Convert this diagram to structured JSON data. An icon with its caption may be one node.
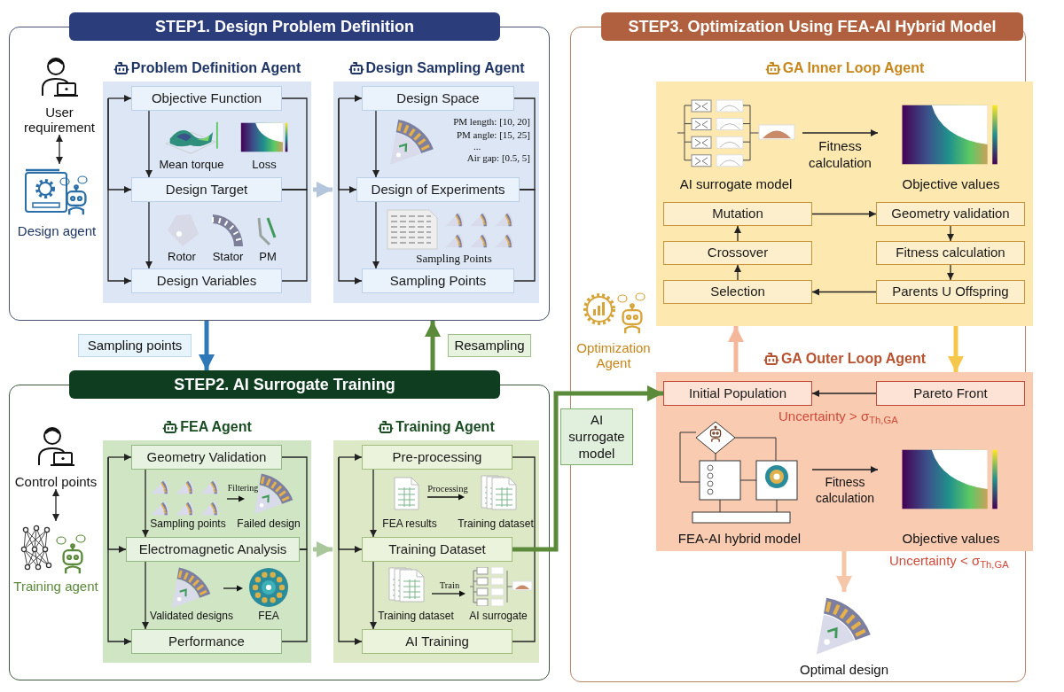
{
  "diagram": {
    "nodes": [
      {
        "text": [
          "STEP1. Design Problem Definition"
        ]
      },
      {
        "text": [
          "User requirement"
        ],
        "in": 0
      },
      {
        "text": [
          "Design agent"
        ],
        "in": 0
      },
      {
        "text": [
          "Problem Definition Agent"
        ],
        "in": 0
      },
      {
        "text": [
          "Objective Function"
        ],
        "in": 3
      },
      {
        "text": [
          "Design Target"
        ],
        "in": 3
      },
      {
        "text": [
          "Design Variables"
        ],
        "in": 3
      },
      {
        "text": [
          "Design Sampling Agent"
        ],
        "in": 0
      },
      {
        "text": [
          "Design Space"
        ],
        "in": 7
      },
      {
        "text": [
          "Design of Experiments"
        ],
        "in": 7
      },
      {
        "text": [
          "Sampling Points"
        ],
        "in": 7
      },
      {
        "text": [
          "STEP2. AI Surrogate Training"
        ]
      },
      {
        "text": [
          "Control points"
        ],
        "in": 11
      },
      {
        "text": [
          "Training agent"
        ],
        "in": 11
      },
      {
        "text": [
          "FEA Agent"
        ],
        "in": 11
      },
      {
        "text": [
          "Geometry Validation"
        ],
        "in": 14
      },
      {
        "text": [
          "Electromagnetic Analysis"
        ],
        "in": 14
      },
      {
        "text": [
          "Performance"
        ],
        "in": 14
      },
      {
        "text": [
          "Training Agent"
        ],
        "in": 11
      },
      {
        "text": [
          "Pre-processing"
        ],
        "in": 18
      },
      {
        "text": [
          "Training Dataset"
        ],
        "in": 18
      },
      {
        "text": [
          "AI Training"
        ],
        "in": 18
      },
      {
        "text": [
          "STEP3. Optimization Using FEA-AI Hybrid Model"
        ]
      },
      {
        "text": [
          "GA Inner Loop Agent"
        ],
        "in": 22
      },
      {
        "text": [
          "AI surrogate model"
        ],
        "in": 23
      },
      {
        "text": [
          "Objective values"
        ],
        "in": 23
      },
      {
        "text": [
          "Mutation"
        ],
        "in": 23
      },
      {
        "text": [
          "Geometry validation"
        ],
        "in": 23
      },
      {
        "text": [
          "Crossover"
        ],
        "in": 23
      },
      {
        "text": [
          "Fitness calculation"
        ],
        "in": 23
      },
      {
        "text": [
          "Selection"
        ],
        "in": 23
      },
      {
        "text": [
          "Parents U Offspring"
        ],
        "in": 23
      },
      {
        "text": [
          "Optimization Agent"
        ],
        "in": 22
      },
      {
        "text": [
          "GA Outer Loop Agent"
        ],
        "in": 22
      },
      {
        "text": [
          "Initial Population"
        ],
        "in": 33
      },
      {
        "text": [
          "Pareto Front"
        ],
        "in": 33
      },
      {
        "text": [
          "FEA-AI hybrid model"
        ],
        "in": 33
      },
      {
        "text": [
          "Objective values"
        ],
        "in": 33
      },
      {
        "text": [
          "Optimal design"
        ],
        "in": 22
      }
    ],
    "edges": [
      {
        "from": 1,
        "to": 2,
        "arrow": "both"
      },
      {
        "from": 4,
        "to": 5,
        "arrow": "to"
      },
      {
        "from": 5,
        "to": 6,
        "arrow": "to"
      },
      {
        "from": null,
        "to": 4,
        "arrow": "to"
      },
      {
        "from": null,
        "to": 5,
        "arrow": "to"
      },
      {
        "from": null,
        "to": 6,
        "arrow": "to"
      },
      {
        "from": 4,
        "to": 5,
        "arrow": "none"
      },
      {
        "from": 5,
        "to": 6,
        "arrow": "none"
      },
      {
        "from": 3,
        "to": 7,
        "arrow": "to",
        "style": "thick",
        "color": "#b4c6dc"
      },
      {
        "from": 8,
        "to": 9,
        "arrow": "to"
      },
      {
        "from": 9,
        "to": 10,
        "arrow": "to"
      },
      {
        "from": null,
        "to": 8,
        "arrow": "to"
      },
      {
        "from": null,
        "to": 9,
        "arrow": "to"
      },
      {
        "from": null,
        "to": 10,
        "arrow": "to"
      },
      {
        "from": 8,
        "to": 9,
        "arrow": "none"
      },
      {
        "from": 9,
        "to": 10,
        "arrow": "none"
      },
      {
        "from": 0,
        "to": 11,
        "arrow": "to",
        "label": "Sampling points",
        "style": "thick",
        "color": "#2e78b7"
      },
      {
        "from": 11,
        "to": 0,
        "arrow": "to",
        "label": "Resampling",
        "style": "thick",
        "color": "#5a8a3a"
      },
      {
        "from": 12,
        "to": 13,
        "arrow": "both"
      },
      {
        "from": 15,
        "to": 16,
        "arrow": "to"
      },
      {
        "from": 16,
        "to": 17,
        "arrow": "to"
      },
      {
        "from": null,
        "to": 15,
        "arrow": "to"
      },
      {
        "from": null,
        "to": 16,
        "arrow": "to"
      },
      {
        "from": null,
        "to": 17,
        "arrow": "to"
      },
      {
        "from": 15,
        "to": 16,
        "arrow": "none"
      },
      {
        "from": 16,
        "to": 17,
        "arrow": "none"
      },
      {
        "from": 14,
        "to": 18,
        "arrow": "to",
        "style": "thick",
        "color": "#a9c79a"
      },
      {
        "from": 19,
        "to": 20,
        "arrow": "to"
      },
      {
        "from": 20,
        "to": 21,
        "arrow": "to"
      },
      {
        "from": null,
        "to": 19,
        "arrow": "to"
      },
      {
        "from": null,
        "to": 20,
        "arrow": "to"
      },
      {
        "from": null,
        "to": 21,
        "arrow": "to"
      },
      {
        "from": 19,
        "to": 20,
        "arrow": "none"
      },
      {
        "from": 20,
        "to": 21,
        "arrow": "none"
      },
      {
        "from": 20,
        "to": 34,
        "arrow": "to",
        "label": "AI surrogate model",
        "style": "thick",
        "color": "#5a8a3a"
      },
      {
        "from": 24,
        "to": 25,
        "arrow": "to",
        "label": "Fitness calculation"
      },
      {
        "from": 26,
        "to": 27,
        "arrow": "to"
      },
      {
        "from": 27,
        "to": 29,
        "arrow": "to"
      },
      {
        "from": 29,
        "to": 31,
        "arrow": "to"
      },
      {
        "from": 31,
        "to": 30,
        "arrow": "to"
      },
      {
        "from": 30,
        "to": 28,
        "arrow": "to"
      },
      {
        "from": 28,
        "to": 26,
        "arrow": "to"
      },
      {
        "from": 33,
        "to": 23,
        "arrow": "to",
        "style": "thick",
        "color": "#f4b79a"
      },
      {
        "from": 23,
        "to": 33,
        "arrow": "to",
        "style": "thick",
        "color": "#f5c84c"
      },
      {
        "from": 35,
        "to": 34,
        "arrow": "to"
      },
      {
        "from": 36,
        "to": 37,
        "arrow": "to",
        "label": "Fitness calculation"
      },
      {
        "from": 33,
        "to": 38,
        "arrow": "to",
        "style": "thick",
        "color": "#f6c6a8"
      }
    ],
    "labels": [
      "Mean torque",
      "Loss",
      "Rotor",
      "Stator",
      "PM",
      "PM length: [10, 20]",
      "PM angle: [15, 25]",
      "...",
      "Air gap: [0.5, 5]",
      "Sampling Points",
      "Filtering",
      "Sampling points",
      "Failed design",
      "Validated designs",
      "FEA",
      "FEA results",
      "Processing",
      "Training dataset",
      "Train",
      "Training dataset",
      "AI surrogate",
      "Uncertainty > σ$_{Th,GA}$",
      "Uncertainty < σ$_{Th,GA}$"
    ]
  }
}
